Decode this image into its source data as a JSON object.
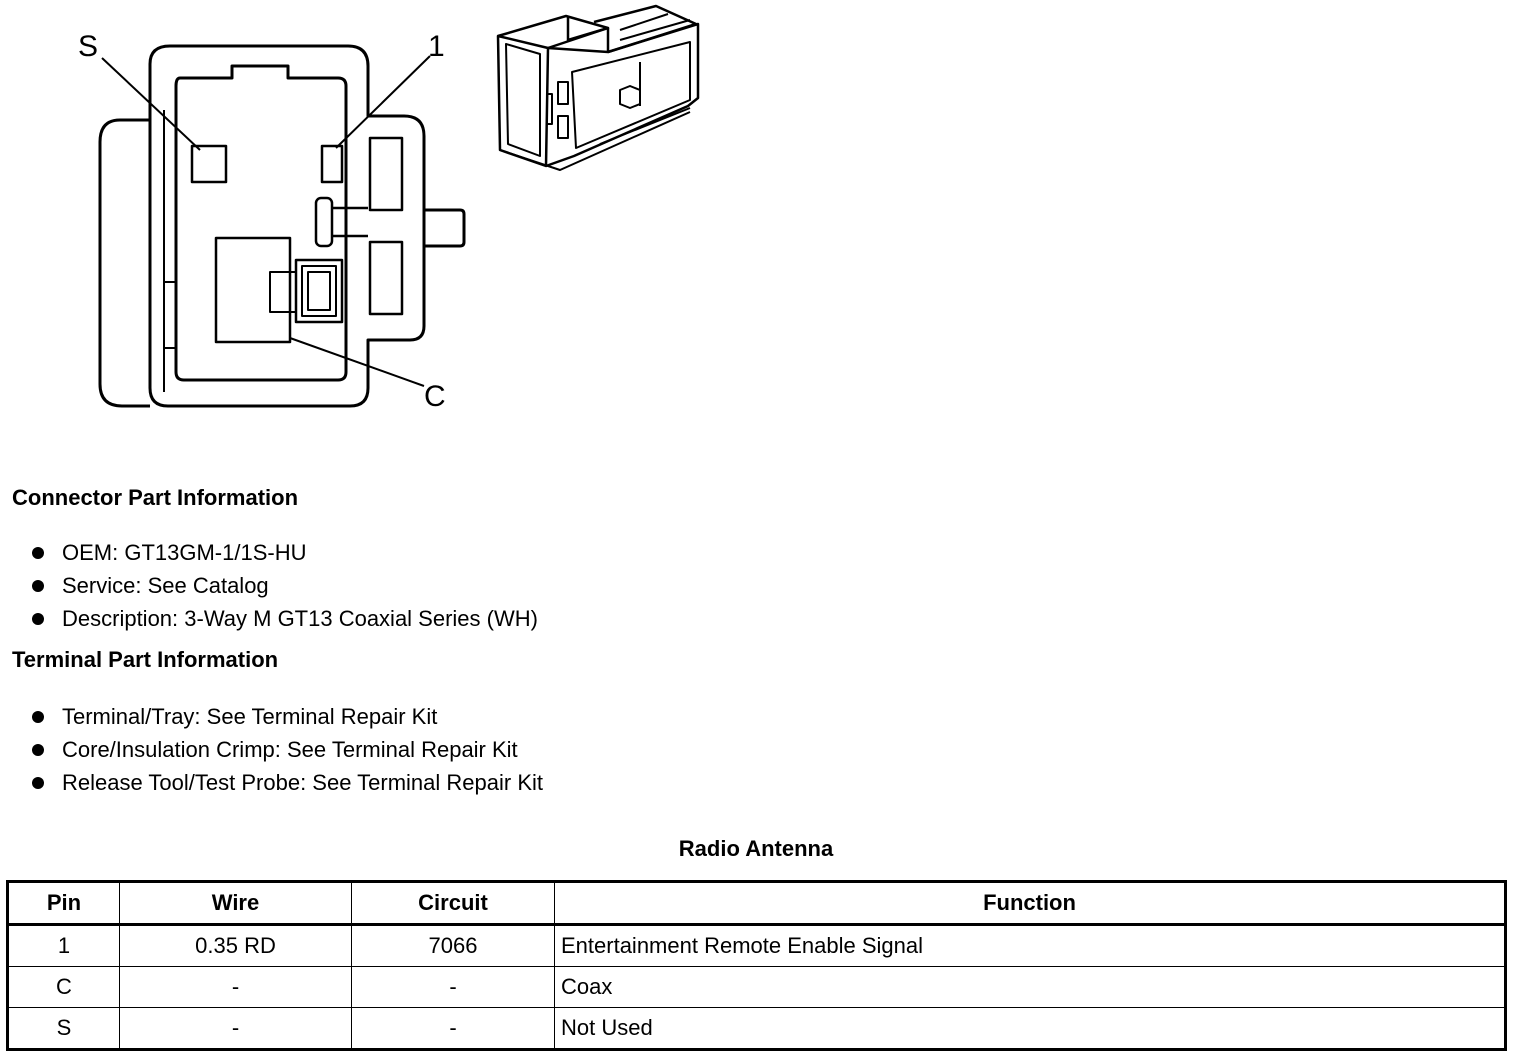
{
  "diagram": {
    "pin_labels": {
      "s": "S",
      "one": "1",
      "c": "C"
    }
  },
  "connector_info": {
    "title": "Connector Part Information",
    "items": [
      "OEM: GT13GM-1/1S-HU",
      "Service: See Catalog",
      "Description: 3-Way M GT13 Coaxial Series (WH)"
    ]
  },
  "terminal_info": {
    "title": "Terminal Part Information",
    "items": [
      "Terminal/Tray: See Terminal Repair Kit",
      "Core/Insulation Crimp: See Terminal Repair Kit",
      "Release Tool/Test Probe: See Terminal Repair Kit"
    ]
  },
  "table": {
    "title": "Radio Antenna",
    "headers": [
      "Pin",
      "Wire",
      "Circuit",
      "Function"
    ],
    "rows": [
      [
        "1",
        "0.35 RD",
        "7066",
        "Entertainment Remote Enable Signal"
      ],
      [
        "C",
        "-",
        "-",
        "Coax"
      ],
      [
        "S",
        "-",
        "-",
        "Not Used"
      ]
    ]
  }
}
